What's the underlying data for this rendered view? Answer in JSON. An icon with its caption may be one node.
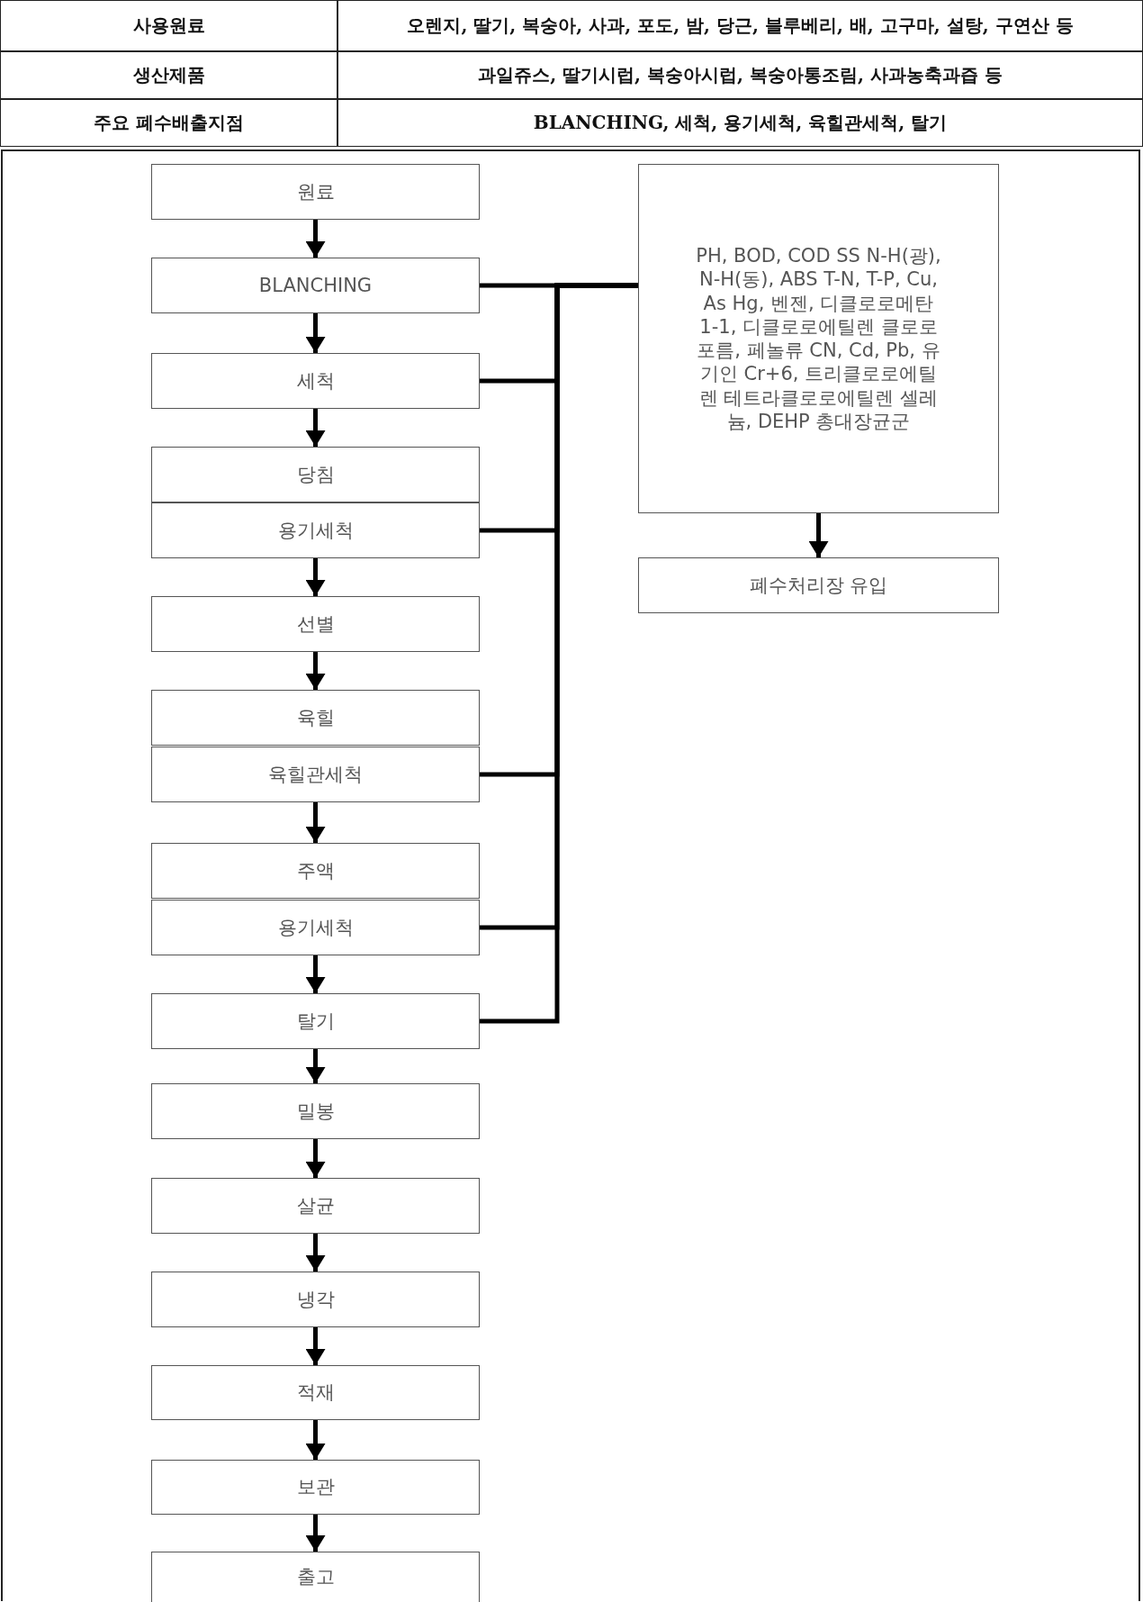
{
  "diagram": {
    "nodes": [
      {
        "text": [
          "원료"
        ]
      },
      {
        "text": [
          "BLANCHING"
        ]
      },
      {
        "text": [
          "세척"
        ]
      },
      {
        "text": [
          "당침"
        ]
      },
      {
        "text": [
          "용기세척"
        ]
      },
      {
        "text": [
          "선별"
        ]
      },
      {
        "text": [
          "육힐"
        ]
      },
      {
        "text": [
          "육힐관세척"
        ]
      },
      {
        "text": [
          "주액"
        ]
      },
      {
        "text": [
          "용기세척"
        ]
      },
      {
        "text": [
          "탈기"
        ]
      },
      {
        "text": [
          "밀봉"
        ]
      },
      {
        "text": [
          "살균"
        ]
      },
      {
        "text": [
          "냉각"
        ]
      },
      {
        "text": [
          "적재"
        ]
      },
      {
        "text": [
          "보관"
        ]
      },
      {
        "text": [
          "출고"
        ]
      },
      {
        "text": [
          "PH, BOD, COD SS N-H(광), N-H(동), ABS T-N, T-P, Cu, As Hg, 벤젠, 디클로로메탄 1-1, 디클로로에틸렌 클로로포름, 페놀류 CN, Cd, Pb, 유기인 Cr+6, 트리클로로에틸렌 테트라클로로에틸렌 셀레늄, DEHP 총대장균군"
        ]
      },
      {
        "text": [
          "폐수처리장 유입"
        ]
      }
    ],
    "edges": [
      {
        "from": 0,
        "to": 1,
        "arrow": "to"
      },
      {
        "from": 1,
        "to": 2,
        "arrow": "to"
      },
      {
        "from": 2,
        "to": 3,
        "arrow": "to"
      },
      {
        "from": 4,
        "to": 5,
        "arrow": "to"
      },
      {
        "from": 5,
        "to": 6,
        "arrow": "to"
      },
      {
        "from": 7,
        "to": 8,
        "arrow": "to"
      },
      {
        "from": 9,
        "to": 10,
        "arrow": "to"
      },
      {
        "from": 10,
        "to": 11,
        "arrow": "to"
      },
      {
        "from": 11,
        "to": 12,
        "arrow": "to"
      },
      {
        "from": 12,
        "to": 13,
        "arrow": "to"
      },
      {
        "from": 13,
        "to": 14,
        "arrow": "to"
      },
      {
        "from": 14,
        "to": 15,
        "arrow": "to"
      },
      {
        "from": 15,
        "to": 16,
        "arrow": "to"
      },
      {
        "from": 1,
        "to": 17,
        "arrow": "none"
      },
      {
        "from": 2,
        "to": 17,
        "arrow": "none"
      },
      {
        "from": 4,
        "to": 17,
        "arrow": "none"
      },
      {
        "from": 7,
        "to": 17,
        "arrow": "none"
      },
      {
        "from": 9,
        "to": 17,
        "arrow": "none"
      },
      {
        "from": 10,
        "to": 17,
        "arrow": "none"
      },
      {
        "from": 17,
        "to": 18,
        "arrow": "to"
      }
    ],
    "labels": [
      "사용원료",
      "오렌지, 딸기, 복숭아, 사과, 포도, 밤, 당근, 블루베리, 배, 고구마, 설탕, 구연산 등",
      "생산제품",
      "과일쥬스, 딸기시럽, 복숭아시럽, 복숭아통조림, 사과농축과즙 등",
      "주요 폐수배출지점",
      "BLANCHING, 세척, 용기세척, 육힐관세척, 탈기"
    ]
  }
}
